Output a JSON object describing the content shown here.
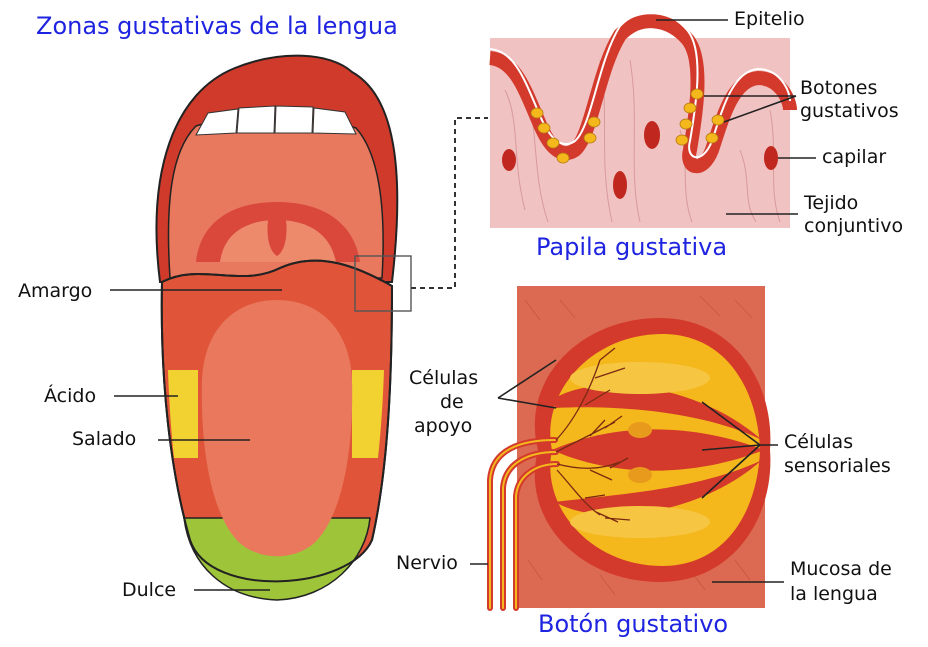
{
  "titles": {
    "main": "Zonas gustativas de la lengua",
    "papila": "Papila gustativa",
    "boton": "Botón gustativo"
  },
  "zones": {
    "amargo": "Amargo",
    "acido": "Ácido",
    "salado": "Salado",
    "dulce": "Dulce"
  },
  "papila_labels": {
    "epitelio": "Epitelio",
    "botones_1": "Botones",
    "botones_2": "gustativos",
    "capilar": "capilar",
    "tejido_1": "Tejido",
    "tejido_2": "conjuntivo"
  },
  "boton_labels": {
    "apoyo_1": "Células",
    "apoyo_2": "de",
    "apoyo_3": "apoyo",
    "sensoriales_1": "Células",
    "sensoriales_2": "sensoriales",
    "nervio": "Nervio",
    "mucosa_1": "Mucosa de",
    "mucosa_2": "la lengua"
  },
  "colors": {
    "title": "#1f24e0",
    "lip": "#d03a2a",
    "tongue_base": "#e0553a",
    "tongue_center": "#e9785c",
    "bitter_zone": "#d63b2b",
    "sour_zone": "#f2d230",
    "sweet_zone": "#9ec43a",
    "tissue": "#f1c2c2",
    "bud_yellow": "#f5b81c"
  }
}
